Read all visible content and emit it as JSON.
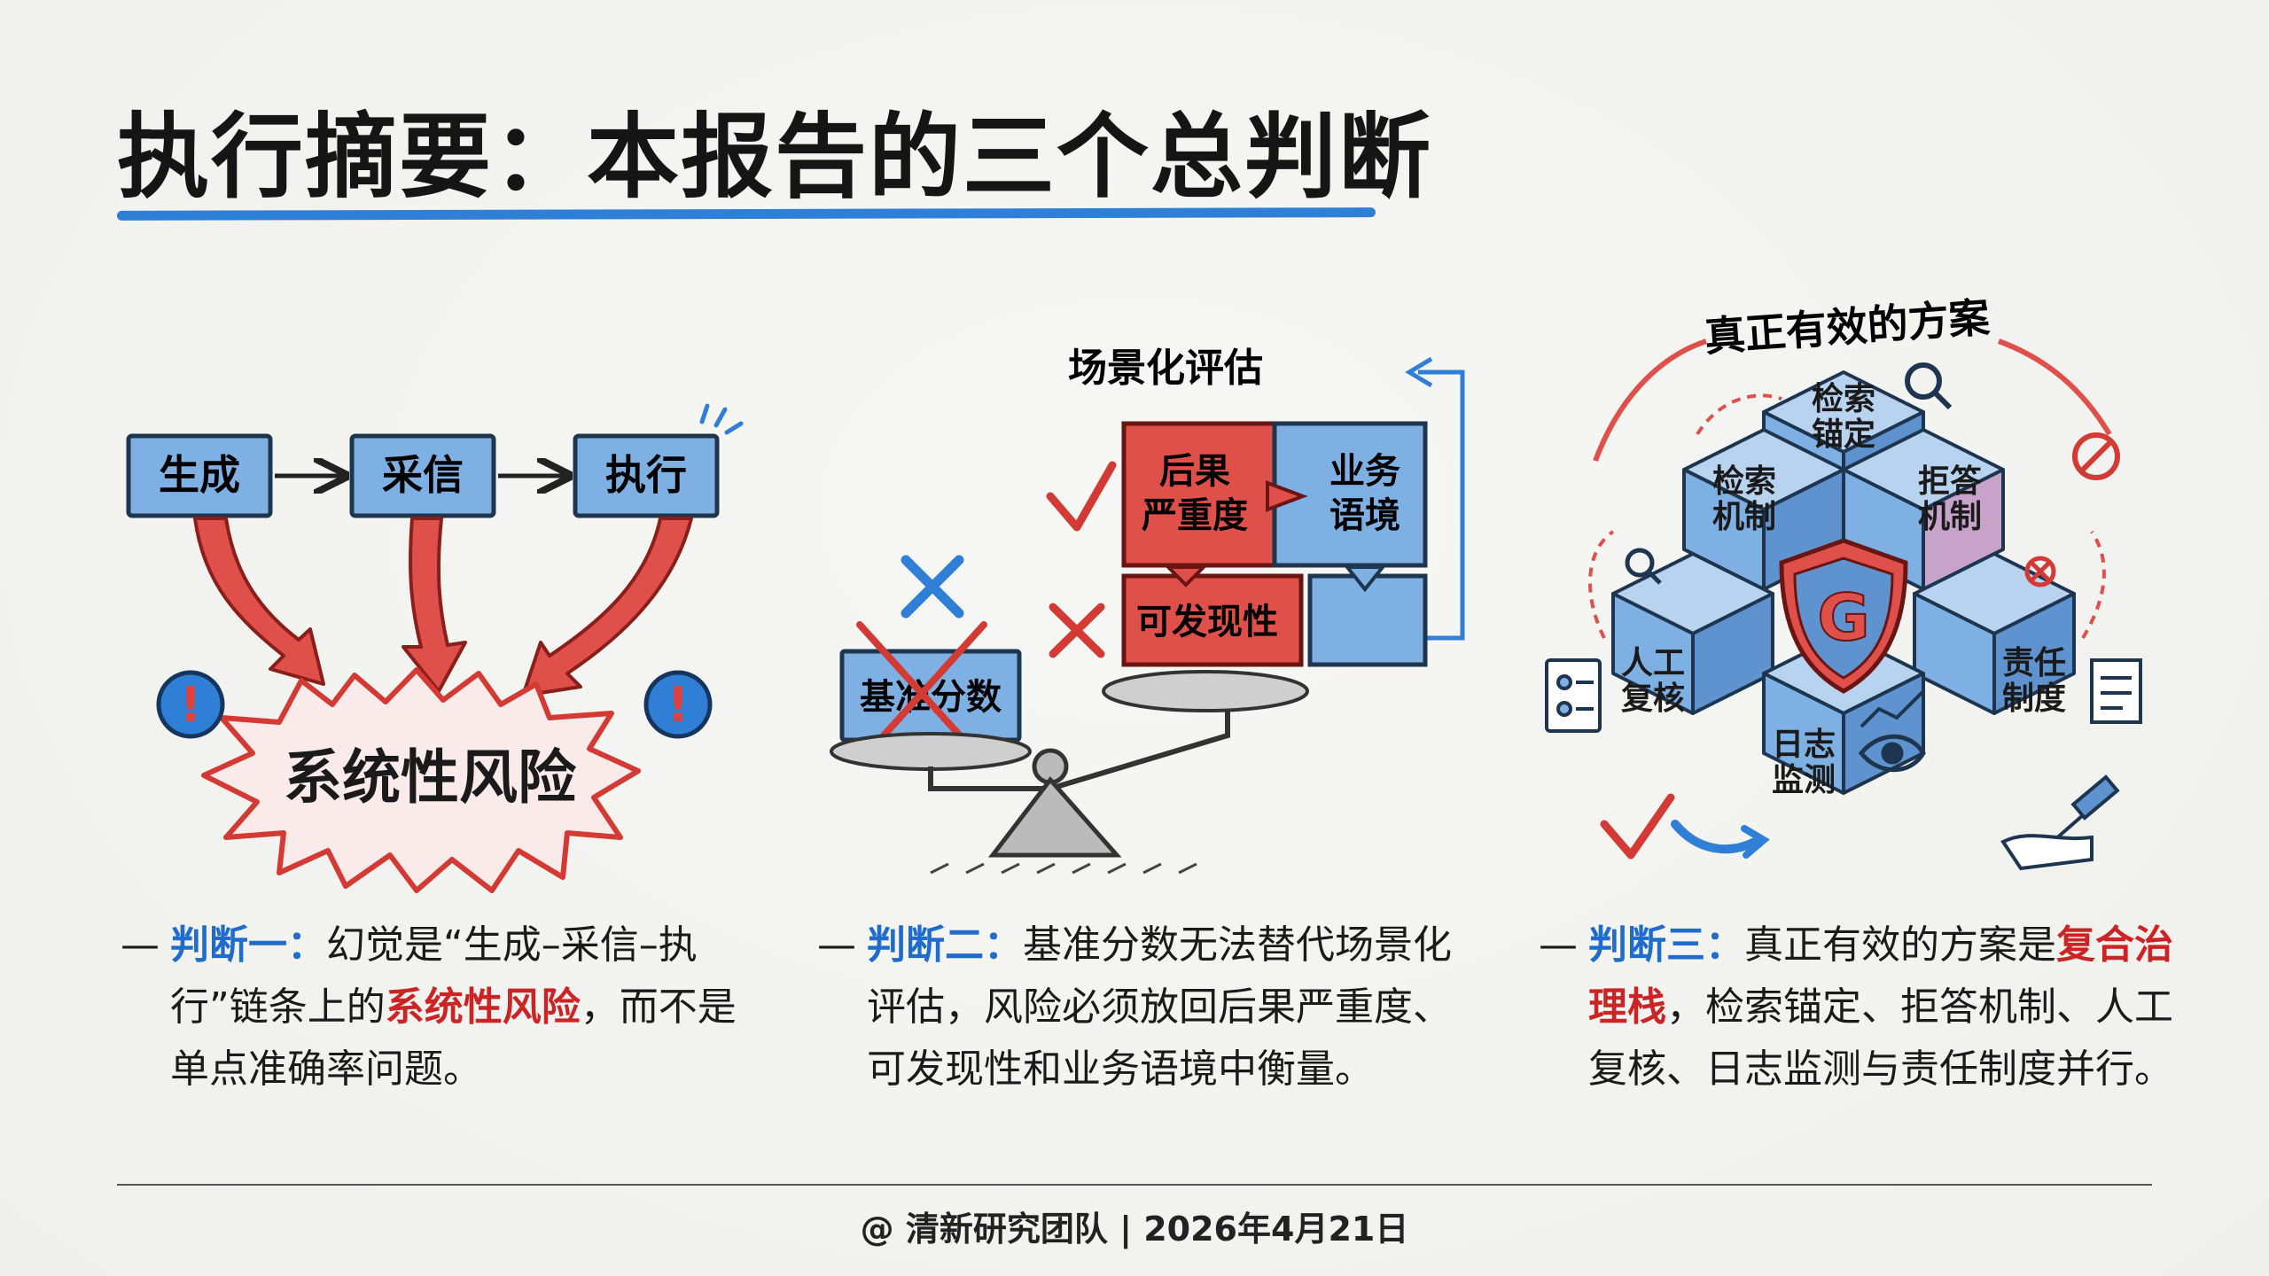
{
  "title": "执行摘要：本报告的三个总判断",
  "panel1": {
    "box1": "生成",
    "box2": "采信",
    "box3": "执行",
    "risk": "系统性风险",
    "alert": "!"
  },
  "panel2": {
    "top_label": "场景化评估",
    "block_severity_l1": "后果",
    "block_severity_l2": "严重度",
    "block_context_l1": "业务",
    "block_context_l2": "语境",
    "block_discover": "可发现性",
    "benchmark": "基准分数"
  },
  "panel3": {
    "arc_label": "真正有效的方案",
    "cube_retrieval_l1": "检索",
    "cube_retrieval_l2": "机制",
    "cube_anchor_l1": "检索",
    "cube_anchor_l2": "锚定",
    "cube_refuse_l1": "拒答",
    "cube_refuse_l2": "机制",
    "cube_human_l1": "人工",
    "cube_human_l2": "复核",
    "cube_resp_l1": "责任",
    "cube_resp_l2": "制度",
    "cube_log_l1": "日志",
    "cube_log_l2": "监测",
    "shield_letter": "G"
  },
  "judgments": [
    {
      "dash": "—",
      "head": "判断一：",
      "text_a": "幻觉是“生成–采信–执行”链条上的",
      "highlight": "系统性风险",
      "text_b": "，而不是单点准确率问题。"
    },
    {
      "dash": "—",
      "head": "判断二：",
      "text_a": "基准分数无法替代场景化评估，风险必须放回后果严重度、可发现性和业务语境中衡量。"
    },
    {
      "dash": "—",
      "head": "判断三：",
      "text_a": "真正有效的方案是",
      "highlight": "复合治理栈",
      "text_b": "，检索锚定、拒答机制、人工复核、日志监测与责任制度并行。"
    }
  ],
  "footer": "@ 清新研究团队 | 2026年4月21日",
  "colors": {
    "accent_blue": "#2f7fd6",
    "box_blue": "#7fb0e4",
    "alert_red": "#e0403a",
    "text_dark": "#1a1a1a"
  }
}
